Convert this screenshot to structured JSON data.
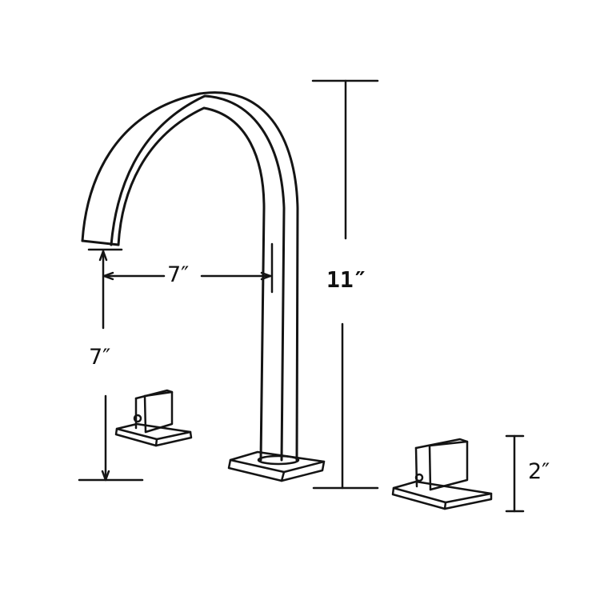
{
  "diagram": {
    "subject": "Three-hole widespread bathroom faucet with gooseneck spout and two square handles",
    "line_color": "#141414",
    "background": "#ffffff"
  },
  "dimensions": {
    "spout_reach": {
      "label": "7″",
      "orientation": "horizontal"
    },
    "spout_clearance": {
      "label": "7″",
      "orientation": "vertical"
    },
    "overall_height": {
      "label": "11″",
      "orientation": "vertical"
    },
    "handle_height": {
      "label": "2″",
      "orientation": "vertical"
    }
  },
  "parts": [
    {
      "name": "gooseneck-spout"
    },
    {
      "name": "spout-base-plate"
    },
    {
      "name": "left-handle"
    },
    {
      "name": "right-handle"
    }
  ]
}
